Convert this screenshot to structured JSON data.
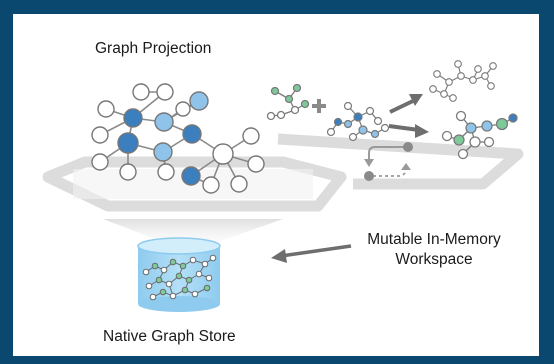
{
  "labels": {
    "graph_projection": "Graph Projection",
    "native_store": "Native Graph Store",
    "workspace_line1": "Mutable In-Memory",
    "workspace_line2": "Workspace"
  },
  "icons": {
    "plus": "plus-icon",
    "arrows": "arrow-icon",
    "database": "cylinder-database-icon"
  },
  "colors": {
    "frame": "#0b4870",
    "node_dark_blue": "#3b7fbf",
    "node_light_blue": "#8fc3ea",
    "node_green": "#7dc99a",
    "node_white": "#ffffff",
    "platform_gray": "#e0e0e0",
    "cylinder_blue": "#9fd4f2"
  }
}
